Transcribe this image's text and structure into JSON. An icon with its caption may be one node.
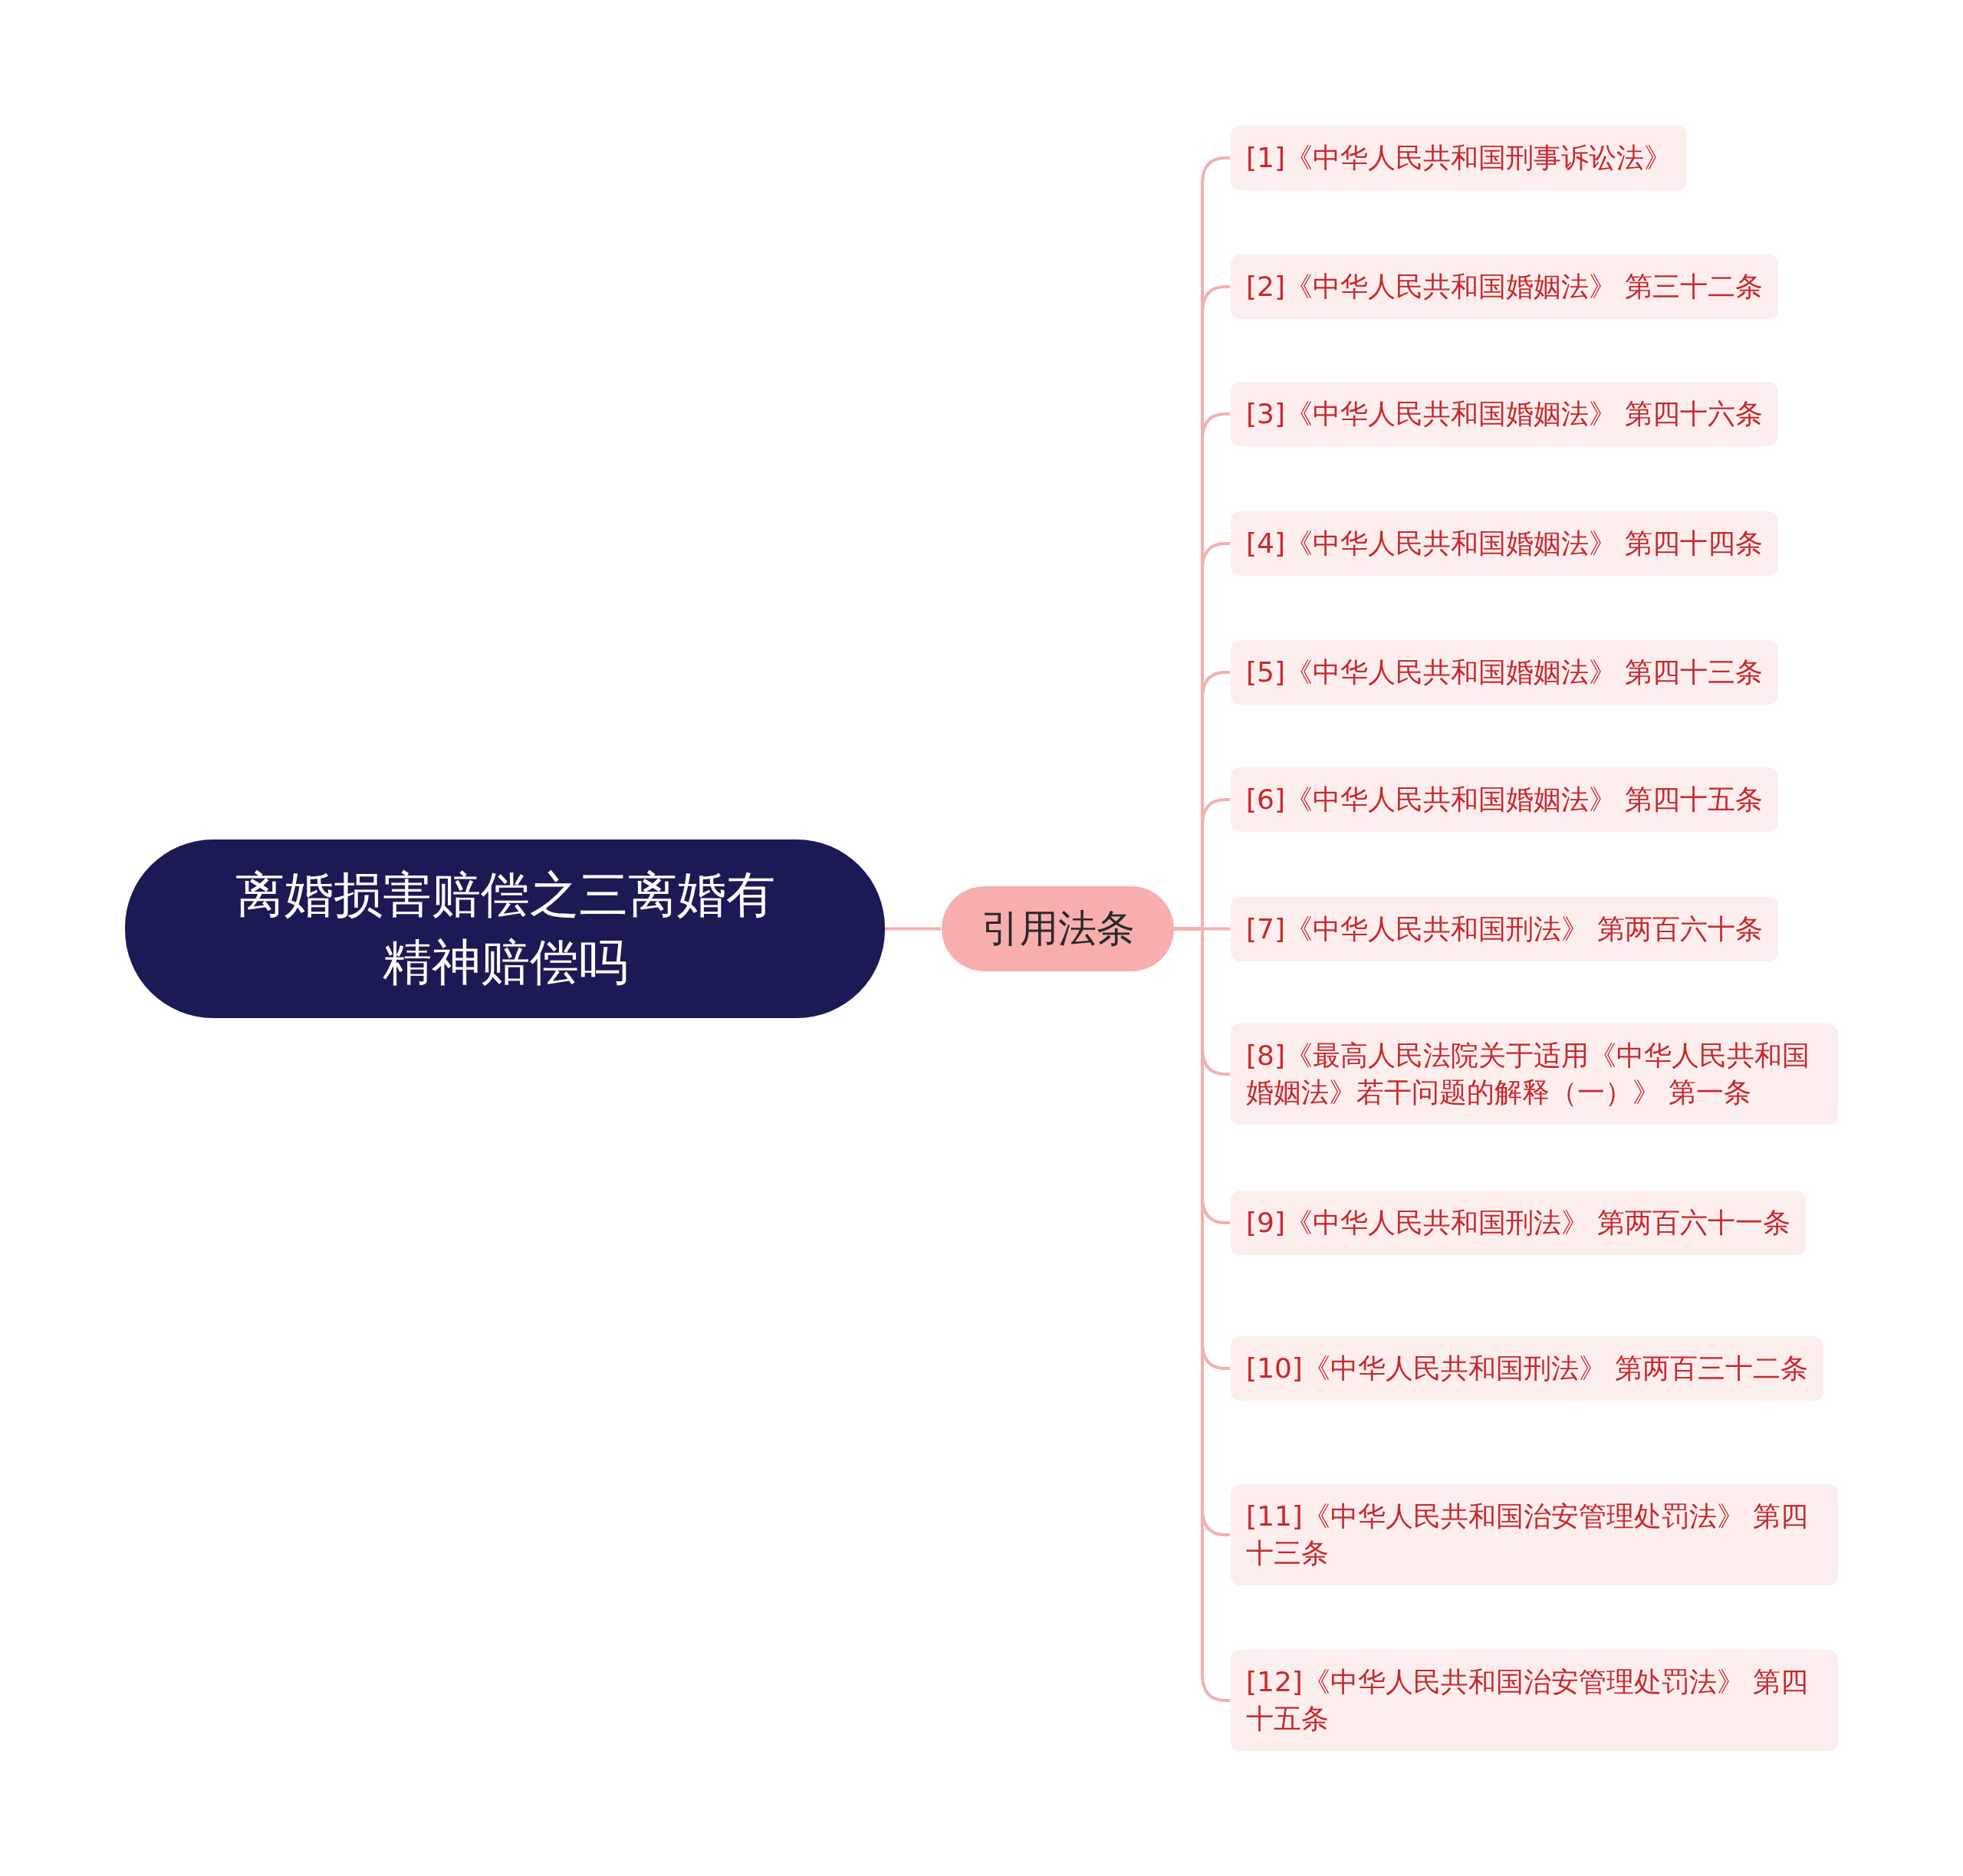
{
  "diagram": {
    "nodes": [
      {
        "text": [
          "离婚损害赔偿之三离婚有精神赔偿吗"
        ]
      },
      {
        "text": [
          "引用法条"
        ]
      },
      {
        "text": [
          "[1]《中华人民共和国刑事诉讼法》"
        ]
      },
      {
        "text": [
          "[2]《中华人民共和国婚姻法》 第三十二条"
        ]
      },
      {
        "text": [
          "[3]《中华人民共和国婚姻法》 第四十六条"
        ]
      },
      {
        "text": [
          "[4]《中华人民共和国婚姻法》 第四十四条"
        ]
      },
      {
        "text": [
          "[5]《中华人民共和国婚姻法》 第四十三条"
        ]
      },
      {
        "text": [
          "[6]《中华人民共和国婚姻法》 第四十五条"
        ]
      },
      {
        "text": [
          "[7]《中华人民共和国刑法》 第两百六十条"
        ]
      },
      {
        "text": [
          "[8]《最高人民法院关于适用《中华人民共和国婚姻法》若干问题的解释（一）》 第一条"
        ]
      },
      {
        "text": [
          "[9]《中华人民共和国刑法》 第两百六十一条"
        ]
      },
      {
        "text": [
          "[10]《中华人民共和国刑法》 第两百三十二条"
        ]
      },
      {
        "text": [
          "[11]《中华人民共和国治安管理处罚法》 第四十三条"
        ]
      },
      {
        "text": [
          "[12]《中华人民共和国治安管理处罚法》 第四十五条"
        ]
      }
    ],
    "edges": [
      {
        "from": 0,
        "to": 1,
        "arrow": "none"
      },
      {
        "from": 1,
        "to": 2,
        "arrow": "none"
      },
      {
        "from": 1,
        "to": 3,
        "arrow": "none"
      },
      {
        "from": 1,
        "to": 4,
        "arrow": "none"
      },
      {
        "from": 1,
        "to": 5,
        "arrow": "none"
      },
      {
        "from": 1,
        "to": 6,
        "arrow": "none"
      },
      {
        "from": 1,
        "to": 7,
        "arrow": "none"
      },
      {
        "from": 1,
        "to": 8,
        "arrow": "none"
      },
      {
        "from": 1,
        "to": 9,
        "arrow": "none"
      },
      {
        "from": 1,
        "to": 10,
        "arrow": "none"
      },
      {
        "from": 1,
        "to": 11,
        "arrow": "none"
      },
      {
        "from": 1,
        "to": 12,
        "arrow": "none"
      },
      {
        "from": 1,
        "to": 13,
        "arrow": "none"
      }
    ]
  }
}
